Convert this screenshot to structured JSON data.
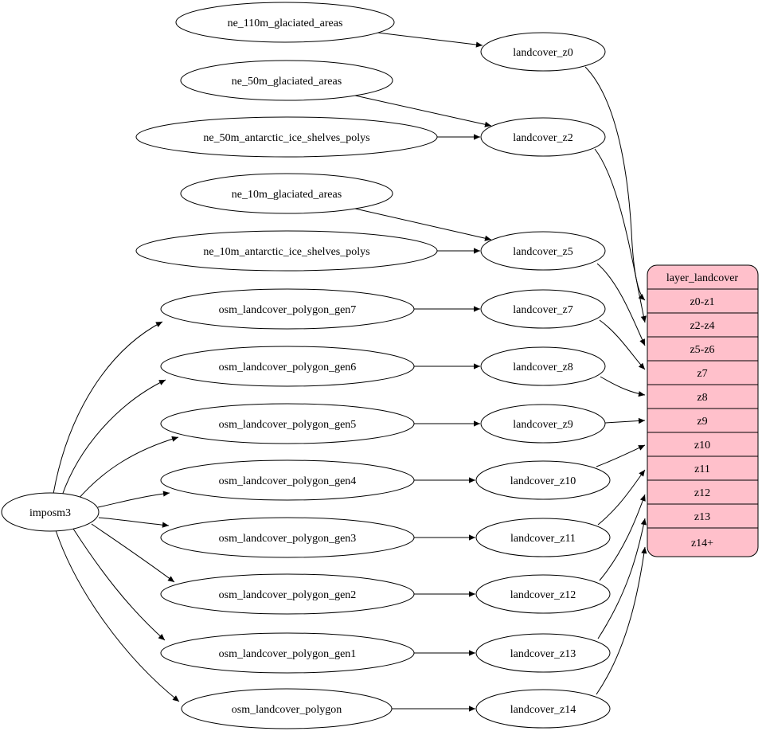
{
  "colors": {
    "background": "#ffffff",
    "node_fill": "#ffffff",
    "node_stroke": "#000000",
    "edge": "#000000",
    "table_fill": "#ffc0cb",
    "text": "#000000"
  },
  "root": {
    "label": "imposm3"
  },
  "sources": [
    {
      "label": "ne_110m_glaciated_areas"
    },
    {
      "label": "ne_50m_glaciated_areas"
    },
    {
      "label": "ne_50m_antarctic_ice_shelves_polys"
    },
    {
      "label": "ne_10m_glaciated_areas"
    },
    {
      "label": "ne_10m_antarctic_ice_shelves_polys"
    },
    {
      "label": "osm_landcover_polygon_gen7"
    },
    {
      "label": "osm_landcover_polygon_gen6"
    },
    {
      "label": "osm_landcover_polygon_gen5"
    },
    {
      "label": "osm_landcover_polygon_gen4"
    },
    {
      "label": "osm_landcover_polygon_gen3"
    },
    {
      "label": "osm_landcover_polygon_gen2"
    },
    {
      "label": "osm_landcover_polygon_gen1"
    },
    {
      "label": "osm_landcover_polygon"
    }
  ],
  "generalized_tables": [
    {
      "label": "landcover_z0"
    },
    {
      "label": "landcover_z2"
    },
    {
      "label": "landcover_z5"
    },
    {
      "label": "landcover_z7"
    },
    {
      "label": "landcover_z8"
    },
    {
      "label": "landcover_z9"
    },
    {
      "label": "landcover_z10"
    },
    {
      "label": "landcover_z11"
    },
    {
      "label": "landcover_z12"
    },
    {
      "label": "landcover_z13"
    },
    {
      "label": "landcover_z14"
    }
  ],
  "layer_table": {
    "title": "layer_landcover",
    "rows": [
      "z0-z1",
      "z2-z4",
      "z5-z6",
      "z7",
      "z8",
      "z9",
      "z10",
      "z11",
      "z12",
      "z13",
      "z14+"
    ]
  },
  "edges": [
    {
      "from": "ne_110m_glaciated_areas",
      "to": "landcover_z0"
    },
    {
      "from": "ne_50m_glaciated_areas",
      "to": "landcover_z2"
    },
    {
      "from": "ne_50m_antarctic_ice_shelves_polys",
      "to": "landcover_z2"
    },
    {
      "from": "ne_10m_glaciated_areas",
      "to": "landcover_z5"
    },
    {
      "from": "ne_10m_antarctic_ice_shelves_polys",
      "to": "landcover_z5"
    },
    {
      "from": "osm_landcover_polygon_gen7",
      "to": "landcover_z7"
    },
    {
      "from": "osm_landcover_polygon_gen6",
      "to": "landcover_z8"
    },
    {
      "from": "osm_landcover_polygon_gen5",
      "to": "landcover_z9"
    },
    {
      "from": "osm_landcover_polygon_gen4",
      "to": "landcover_z10"
    },
    {
      "from": "osm_landcover_polygon_gen3",
      "to": "landcover_z11"
    },
    {
      "from": "osm_landcover_polygon_gen2",
      "to": "landcover_z12"
    },
    {
      "from": "osm_landcover_polygon_gen1",
      "to": "landcover_z13"
    },
    {
      "from": "osm_landcover_polygon",
      "to": "landcover_z14"
    },
    {
      "from": "imposm3",
      "to": "osm_landcover_polygon_gen7"
    },
    {
      "from": "imposm3",
      "to": "osm_landcover_polygon_gen6"
    },
    {
      "from": "imposm3",
      "to": "osm_landcover_polygon_gen5"
    },
    {
      "from": "imposm3",
      "to": "osm_landcover_polygon_gen4"
    },
    {
      "from": "imposm3",
      "to": "osm_landcover_polygon_gen3"
    },
    {
      "from": "imposm3",
      "to": "osm_landcover_polygon_gen2"
    },
    {
      "from": "imposm3",
      "to": "osm_landcover_polygon_gen1"
    },
    {
      "from": "imposm3",
      "to": "osm_landcover_polygon"
    },
    {
      "from": "landcover_z0",
      "to": "layer_landcover:z0-z1"
    },
    {
      "from": "landcover_z2",
      "to": "layer_landcover:z2-z4"
    },
    {
      "from": "landcover_z5",
      "to": "layer_landcover:z5-z6"
    },
    {
      "from": "landcover_z7",
      "to": "layer_landcover:z7"
    },
    {
      "from": "landcover_z8",
      "to": "layer_landcover:z8"
    },
    {
      "from": "landcover_z9",
      "to": "layer_landcover:z9"
    },
    {
      "from": "landcover_z10",
      "to": "layer_landcover:z10"
    },
    {
      "from": "landcover_z11",
      "to": "layer_landcover:z11"
    },
    {
      "from": "landcover_z12",
      "to": "layer_landcover:z12"
    },
    {
      "from": "landcover_z13",
      "to": "layer_landcover:z13"
    },
    {
      "from": "landcover_z14",
      "to": "layer_landcover:z14+"
    }
  ]
}
